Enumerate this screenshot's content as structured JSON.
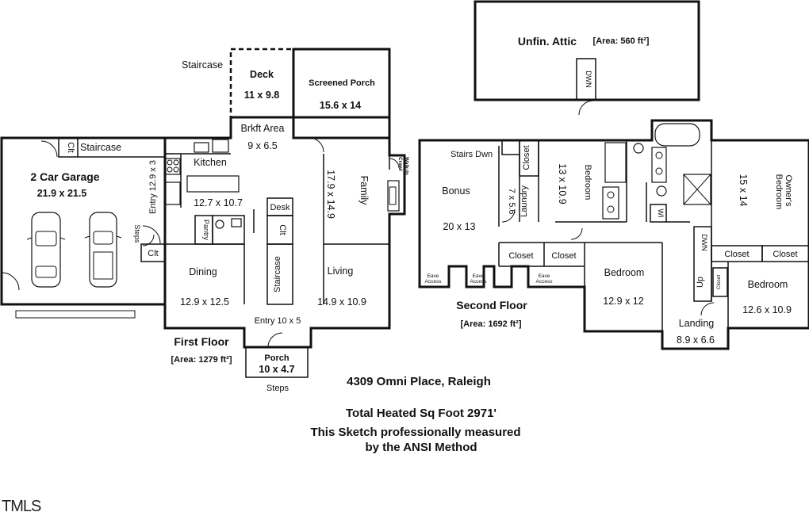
{
  "first_floor": {
    "title": "First Floor",
    "area": "[Area: 1279 ft²]",
    "rooms": {
      "garage_name": "2 Car Garage",
      "garage_dims": "21.9 x 21.5",
      "deck_name": "Deck",
      "deck_dims": "11 x 9.8",
      "screened_porch_name": "Screened Porch",
      "screened_porch_dims": "15.6 x 14",
      "breakfast_name": "Brkft Area",
      "breakfast_dims": "9 x 6.5",
      "kitchen_name": "Kitchen",
      "kitchen_dims": "12.7 x 10.7",
      "family_name": "Family",
      "family_dims": "17.9 x 14.9",
      "dining_name": "Dining",
      "dining_dims": "12.9 x 12.5",
      "living_name": "Living",
      "living_dims": "14.9 x 10.9",
      "entry_label": "Entry 10 x 5",
      "entry_side_label": "Entry 12.9 x 3",
      "porch_name": "Porch",
      "porch_dims": "10 x 4.7",
      "pantry": "Pantry",
      "desk": "Desk",
      "clt": "Clt",
      "staircase": "Staircase"
    },
    "misc": {
      "staircase_outside": "Staircase",
      "garage_staircase": "Staircase",
      "garage_clt": "Clt",
      "lower_clt": "Clt",
      "steps_side": "Steps",
      "steps_front": "Steps",
      "walk_in_crawl": "Walk-In\nCrawl"
    }
  },
  "second_floor": {
    "title": "Second Floor",
    "area": "[Area: 1692 ft²]",
    "rooms": {
      "stairs_down": "Stairs Dwn",
      "bonus_name": "Bonus",
      "bonus_dims": "20 x 13",
      "laundry_name": "Laundry",
      "laundry_dims": "7 x 5.6",
      "closet_vertical": "Closet",
      "bedroom_a_name": "Bedroom",
      "bedroom_a_dims": "13 x 10.9",
      "owners_name": "Owner's\nBedroom",
      "owners_dims": "15 x 14",
      "wi": "WI",
      "closet_1": "Closet",
      "closet_2": "Closet",
      "closet_3": "Closet",
      "closet_4": "Closet",
      "closet_5": "Closet",
      "bedroom_b_name": "Bedroom",
      "bedroom_b_dims": "12.9 x 12",
      "bedroom_c_name": "Bedroom",
      "bedroom_c_dims": "12.6 x 10.9",
      "landing_name": "Landing",
      "landing_dims": "8.9 x 6.6",
      "dwn": "DWN",
      "up": "Up",
      "eave_access": "Eave\nAccess"
    }
  },
  "attic": {
    "name": "Unfin. Attic",
    "area": "[Area: 560 ft²]",
    "dwn": "DWN"
  },
  "footer": {
    "address": "4309 Omni Place, Raleigh",
    "total": "Total Heated Sq Foot 2971'",
    "note_line1": "This Sketch professionally measured",
    "note_line2": "by the ANSI Method"
  },
  "watermark": "TMLS"
}
